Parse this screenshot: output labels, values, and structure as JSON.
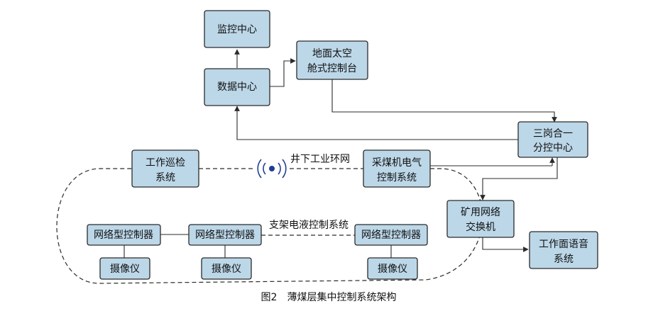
{
  "diagram": {
    "nodes": {
      "monitor_center": "监控中心",
      "data_center": "数据中心",
      "capsule_line1": "地面太空",
      "capsule_line2": "舱式控制台",
      "three_post_line1": "三岗合一",
      "three_post_line2": "分控中心",
      "inspection_line1": "工作巡检",
      "inspection_line2": "系统",
      "shearer_line1": "采煤机电气",
      "shearer_line2": "控制系统",
      "switch_line1": "矿用网络",
      "switch_line2": "交换机",
      "voice_line1": "工作面语音",
      "voice_line2": "系统",
      "net_ctrl_1": "网络型控制器",
      "net_ctrl_2": "网络型控制器",
      "net_ctrl_3": "网络型控制器",
      "camera_1": "摄像仪",
      "camera_2": "摄像仪",
      "camera_3": "摄像仪"
    },
    "labels": {
      "ring_network": "井下工业环网",
      "hydraulic_system": "支架电液控制系统"
    },
    "icons": {
      "wireless": "wireless-signal-icon"
    },
    "caption": "图2　薄煤层集中控制系统架构"
  }
}
